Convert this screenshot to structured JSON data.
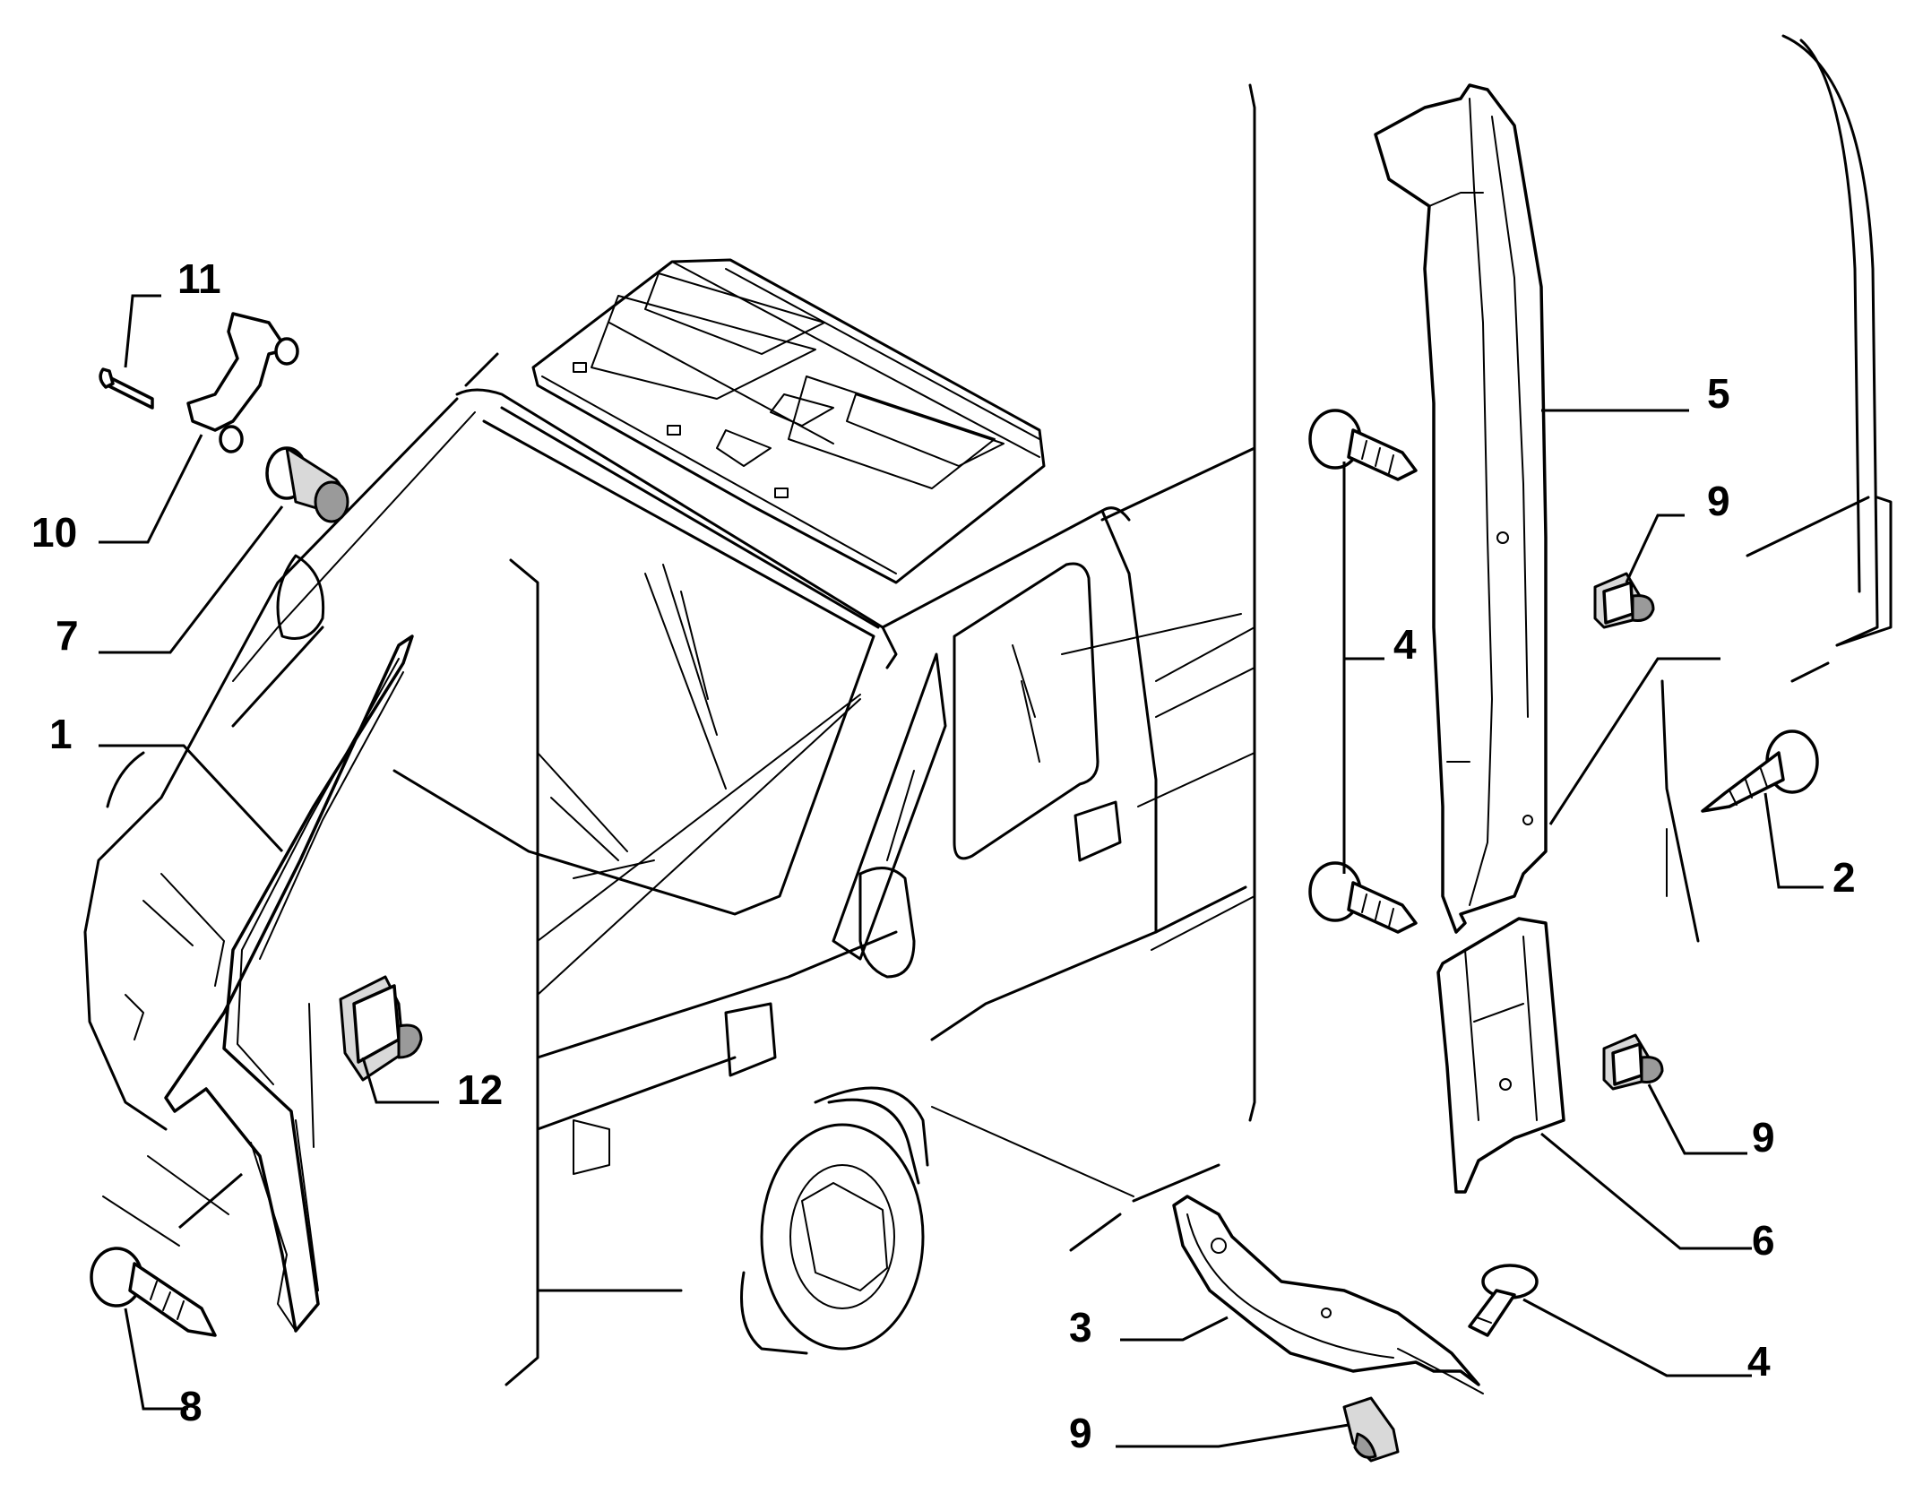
{
  "callouts": [
    {
      "id": "c11",
      "label": "11"
    },
    {
      "id": "c10",
      "label": "10"
    },
    {
      "id": "c7",
      "label": "7"
    },
    {
      "id": "c1",
      "label": "1"
    },
    {
      "id": "c12",
      "label": "12"
    },
    {
      "id": "c8",
      "label": "8"
    },
    {
      "id": "c5",
      "label": "5"
    },
    {
      "id": "c9a",
      "label": "9"
    },
    {
      "id": "c4a",
      "label": "4"
    },
    {
      "id": "c2",
      "label": "2"
    },
    {
      "id": "c9b",
      "label": "9"
    },
    {
      "id": "c6",
      "label": "6"
    },
    {
      "id": "c3",
      "label": "3"
    },
    {
      "id": "c4b",
      "label": "4"
    },
    {
      "id": "c9c",
      "label": "9"
    }
  ]
}
